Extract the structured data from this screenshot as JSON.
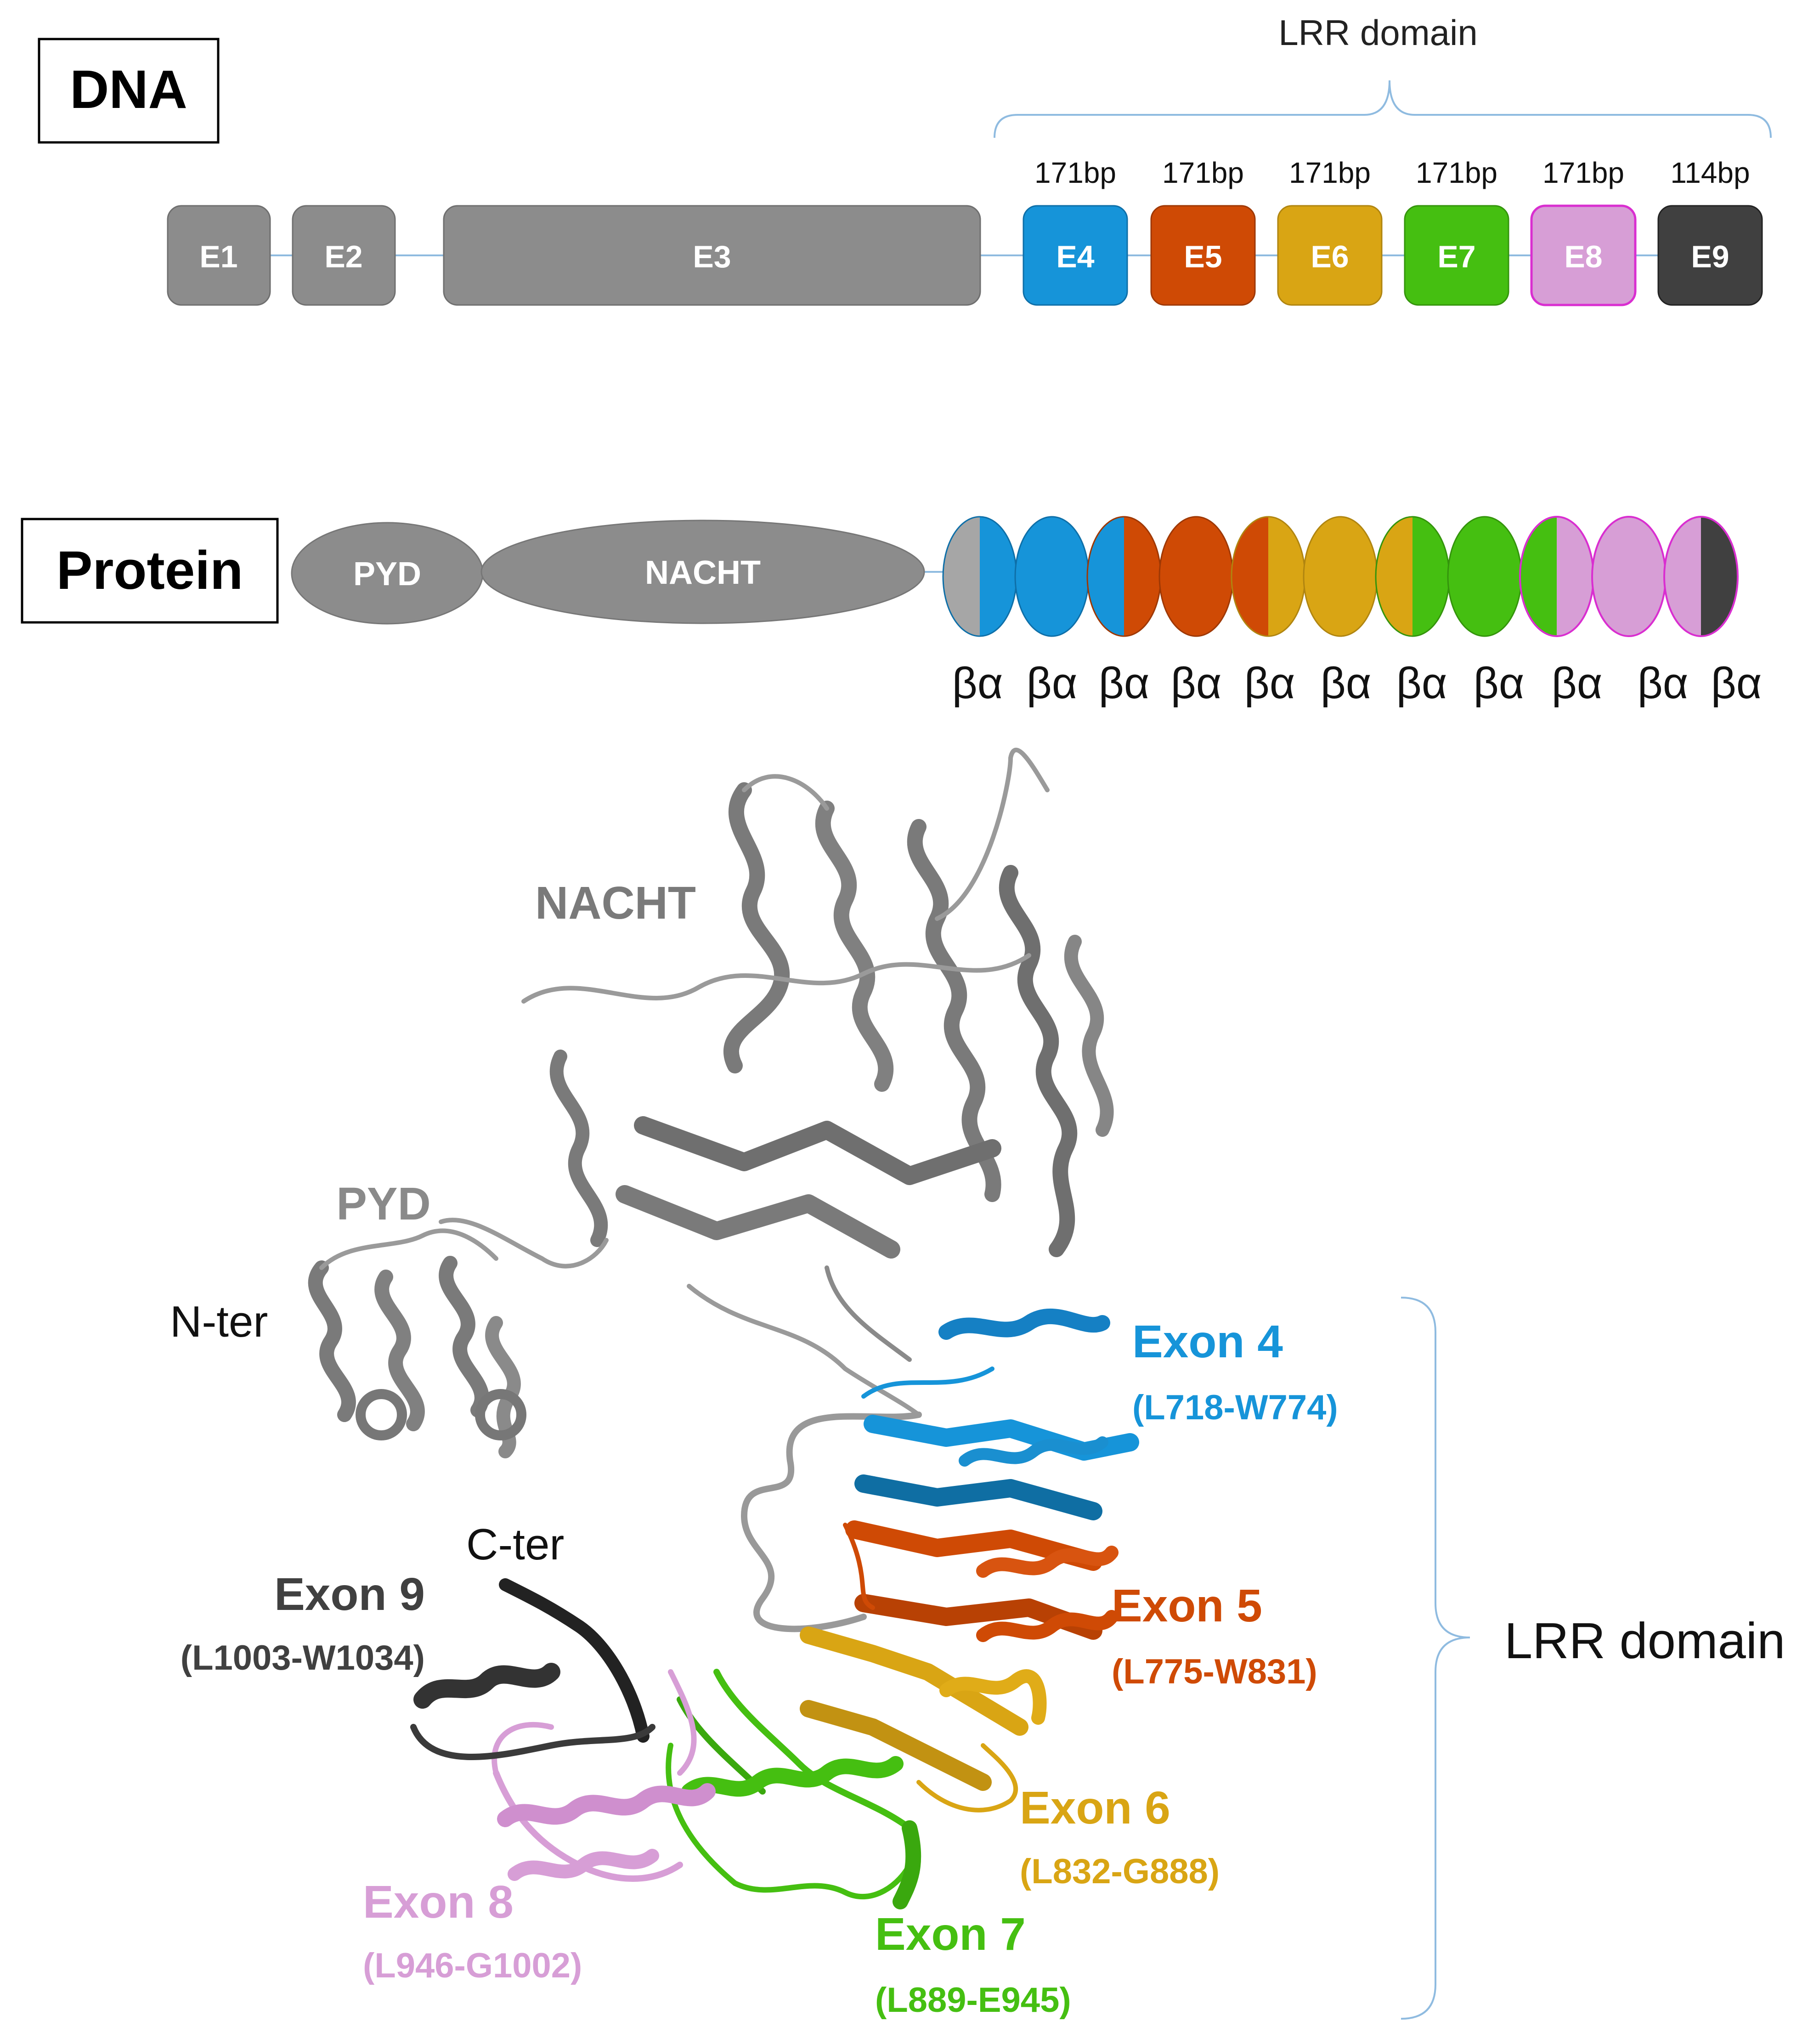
{
  "colors": {
    "exon_grey": "#8c8c8c",
    "exon_grey_dark": "#6f6f6f",
    "exon4": "#1694d9",
    "exon5": "#cf4a05",
    "exon6": "#d9a514",
    "exon7": "#45bf11",
    "exon8": "#d79ed6",
    "exon8_border": "#d92ed0",
    "exon9": "#404040",
    "connector": "#8fbbe0",
    "structure_grey": "#7a7a7a"
  },
  "dna": {
    "label": "DNA",
    "lrr_label": "LRR domain",
    "exons": [
      {
        "id": "e1",
        "label": "E1",
        "bp": ""
      },
      {
        "id": "e2",
        "label": "E2",
        "bp": ""
      },
      {
        "id": "e3",
        "label": "E3",
        "bp": ""
      },
      {
        "id": "e4",
        "label": "E4",
        "bp": "171bp"
      },
      {
        "id": "e5",
        "label": "E5",
        "bp": "171bp"
      },
      {
        "id": "e6",
        "label": "E6",
        "bp": "171bp"
      },
      {
        "id": "e7",
        "label": "E7",
        "bp": "171bp"
      },
      {
        "id": "e8",
        "label": "E8",
        "bp": "171bp"
      },
      {
        "id": "e9",
        "label": "E9",
        "bp": "114bp"
      }
    ]
  },
  "protein": {
    "label": "Protein",
    "domains": [
      {
        "id": "pyd",
        "label": "PYD"
      },
      {
        "id": "nacht",
        "label": "NACHT"
      }
    ],
    "repeat_label": "βα",
    "repeat_count": 11
  },
  "structure": {
    "labels": {
      "nacht": "NACHT",
      "pyd": "PYD",
      "nter": "N-ter",
      "cter": "C-ter",
      "lrr": "LRR domain"
    },
    "exons": [
      {
        "id": "s4",
        "name": "Exon 4",
        "range": "(L718-W774)"
      },
      {
        "id": "s5",
        "name": "Exon 5",
        "range": "(L775-W831)"
      },
      {
        "id": "s6",
        "name": "Exon 6",
        "range": "(L832-G888)"
      },
      {
        "id": "s7",
        "name": "Exon 7",
        "range": "(L889-E945)"
      },
      {
        "id": "s8",
        "name": "Exon 8",
        "range": "(L946-G1002)"
      },
      {
        "id": "s9",
        "name": "Exon 9",
        "range": "(L1003-W1034)"
      }
    ]
  }
}
